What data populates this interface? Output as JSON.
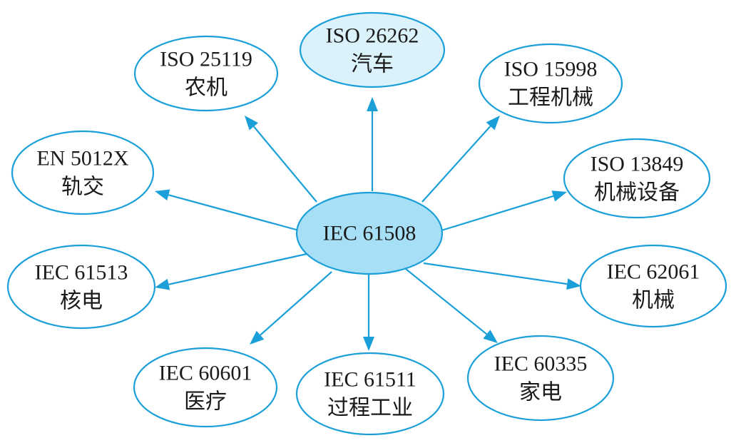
{
  "colors": {
    "stroke": "#1a9fd9",
    "center_fill": "#a6dff6",
    "highlight_fill": "#dcf2fb",
    "node_fill": "#ffffff",
    "text": "#1a1a1a"
  },
  "center": {
    "id": "iec-61508",
    "lines": [
      "IEC 61508"
    ]
  },
  "nodes": [
    {
      "id": "iso-26262",
      "lines": [
        "ISO 26262",
        "汽车"
      ],
      "highlight": true
    },
    {
      "id": "iso-25119",
      "lines": [
        "ISO 25119",
        "农机"
      ],
      "highlight": false
    },
    {
      "id": "iso-15998",
      "lines": [
        "ISO 15998",
        "工程机械"
      ],
      "highlight": false
    },
    {
      "id": "en-5012x",
      "lines": [
        "EN 5012X",
        "轨交"
      ],
      "highlight": false
    },
    {
      "id": "iso-13849",
      "lines": [
        "ISO 13849",
        "机械设备"
      ],
      "highlight": false
    },
    {
      "id": "iec-61513",
      "lines": [
        "IEC 61513",
        "核电"
      ],
      "highlight": false
    },
    {
      "id": "iec-62061",
      "lines": [
        "IEC 62061",
        "机械"
      ],
      "highlight": false
    },
    {
      "id": "iec-60601",
      "lines": [
        "IEC 60601",
        "医疗"
      ],
      "highlight": false
    },
    {
      "id": "iec-61511",
      "lines": [
        "IEC 61511",
        "过程工业"
      ],
      "highlight": false
    },
    {
      "id": "iec-60335",
      "lines": [
        "IEC 60335",
        "家电"
      ],
      "highlight": false
    }
  ]
}
